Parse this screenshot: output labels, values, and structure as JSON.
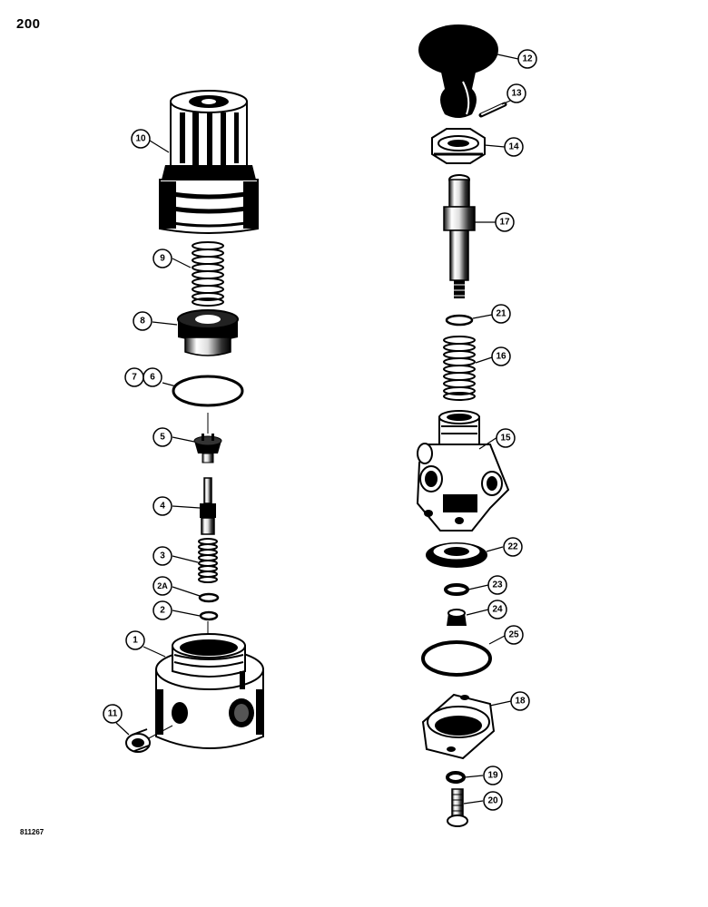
{
  "page_number": "200",
  "figure_code": "811267",
  "callouts": {
    "c1": "1",
    "c2": "2",
    "c2a": "2A",
    "c3": "3",
    "c4": "4",
    "c5": "5",
    "c6": "6",
    "c7": "7",
    "c8": "8",
    "c9": "9",
    "c10": "10",
    "c11": "11",
    "c12": "12",
    "c13": "13",
    "c14": "14",
    "c15": "15",
    "c16": "16",
    "c17": "17",
    "c18": "18",
    "c19": "19",
    "c20": "20",
    "c21": "21",
    "c22": "22",
    "c23": "23",
    "c24": "24",
    "c25": "25"
  }
}
